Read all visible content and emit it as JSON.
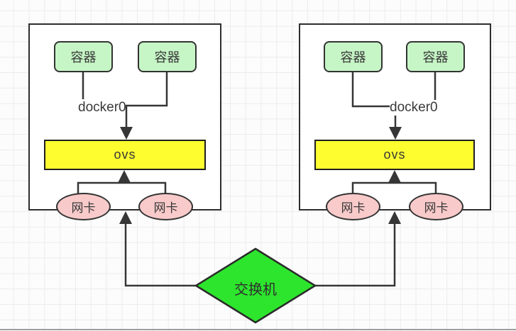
{
  "diagram": {
    "title_hint": "docker-ovs-network-topology",
    "hosts": [
      {
        "id": "left",
        "containers": [
          {
            "label": "容器"
          },
          {
            "label": "容器"
          }
        ],
        "bridge": {
          "label": "docker0"
        },
        "vswitch": {
          "label": "ovs"
        },
        "nics": [
          {
            "label": "网卡"
          },
          {
            "label": "网卡"
          }
        ]
      },
      {
        "id": "right",
        "containers": [
          {
            "label": "容器"
          },
          {
            "label": "容器"
          }
        ],
        "bridge": {
          "label": "docker0"
        },
        "vswitch": {
          "label": "ovs"
        },
        "nics": [
          {
            "label": "网卡"
          },
          {
            "label": "网卡"
          }
        ]
      }
    ],
    "physical_switch": {
      "label": "交换机"
    },
    "colors": {
      "container_fill": "#c6f5c6",
      "ovs_fill": "#fdfd30",
      "nic_fill": "#f9caca",
      "switch_fill": "#2de52d",
      "stroke": "#363636",
      "grid_line": "#ececec",
      "canvas_bg": "#fcfcfc",
      "host_bg": "#ffffff"
    }
  }
}
